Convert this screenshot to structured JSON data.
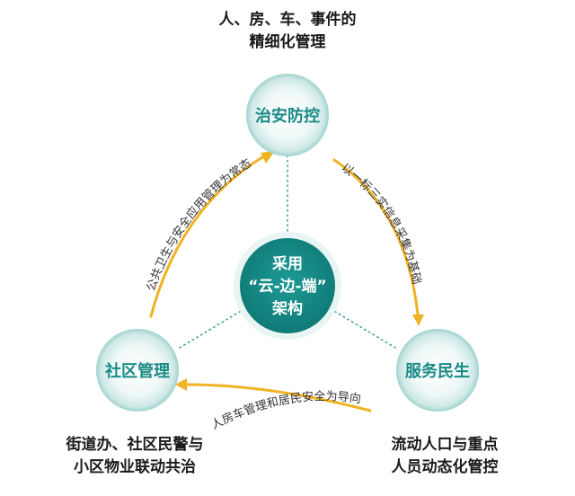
{
  "center": {
    "lines": [
      "采用",
      "“云-边-端”",
      "架构"
    ]
  },
  "nodes": [
    {
      "id": "top",
      "label": "治安防控"
    },
    {
      "id": "left",
      "label": "社区管理"
    },
    {
      "id": "right",
      "label": "服务民生"
    }
  ],
  "arrows": {
    "left_to_top": "公共卫生与安全应用管理为常态",
    "top_to_right": "以一标三实信息采集为基础",
    "right_to_left": "人房车管理和居民安全为导向"
  },
  "captions": {
    "top": [
      "人、房、车、事件的",
      "精细化管理"
    ],
    "left": [
      "街道办、社区民警与",
      "小区物业联动共治"
    ],
    "right": [
      "流动人口与重点",
      "人员动态化管控"
    ]
  },
  "colors": {
    "node_dark": "#1a8a86",
    "node_light": "#e9f6f5",
    "center_fill": "#168c88",
    "arrow": "#f0b323",
    "dotted": "#3a9e95"
  }
}
